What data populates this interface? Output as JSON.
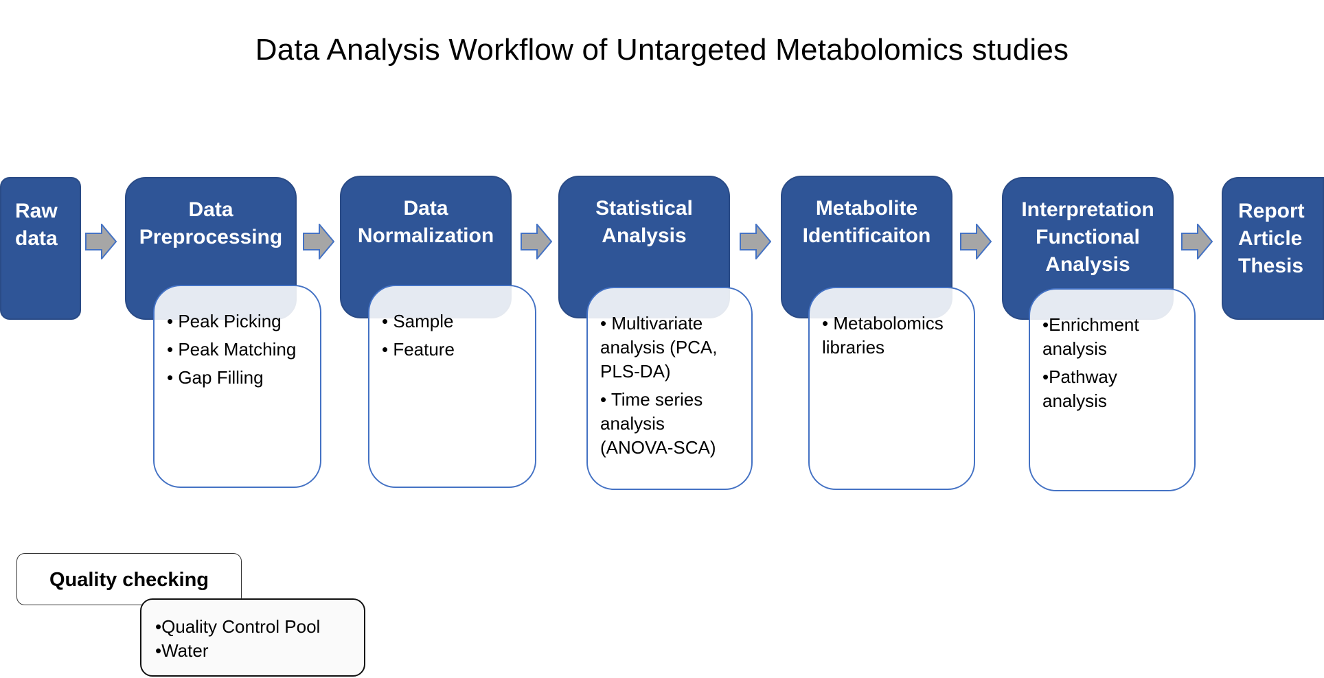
{
  "title": "Data Analysis Workflow of Untargeted Metabolomics studies",
  "stages": [
    {
      "lines": [
        "Raw",
        "data"
      ],
      "items": []
    },
    {
      "lines": [
        "Data",
        "Preprocessing"
      ],
      "items": [
        "• Peak Picking",
        "• Peak Matching",
        "• Gap Filling"
      ]
    },
    {
      "lines": [
        "Data",
        "Normalization"
      ],
      "items": [
        "• Sample",
        "• Feature"
      ]
    },
    {
      "lines": [
        "Statistical",
        "Analysis"
      ],
      "items": [
        "• Multivariate analysis (PCA, PLS-DA)",
        "• Time series analysis (ANOVA-SCA)"
      ]
    },
    {
      "lines": [
        "Metabolite",
        "Identificaiton"
      ],
      "items": [
        "• Metabolomics libraries"
      ]
    },
    {
      "lines": [
        "Interpretation",
        "Functional",
        "Analysis"
      ],
      "items": [
        "•Enrichment analysis",
        "•Pathway analysis"
      ]
    },
    {
      "lines": [
        "Report",
        "Article",
        "Thesis"
      ],
      "items": []
    }
  ],
  "quality": {
    "heading": "Quality checking",
    "items": [
      "•Quality Control Pool",
      "•Water"
    ]
  },
  "colors": {
    "stage_fill": "#2f5597",
    "detail_border": "#4472c4",
    "arrow_fill": "#a6a6a6",
    "arrow_stroke": "#4472c4"
  }
}
